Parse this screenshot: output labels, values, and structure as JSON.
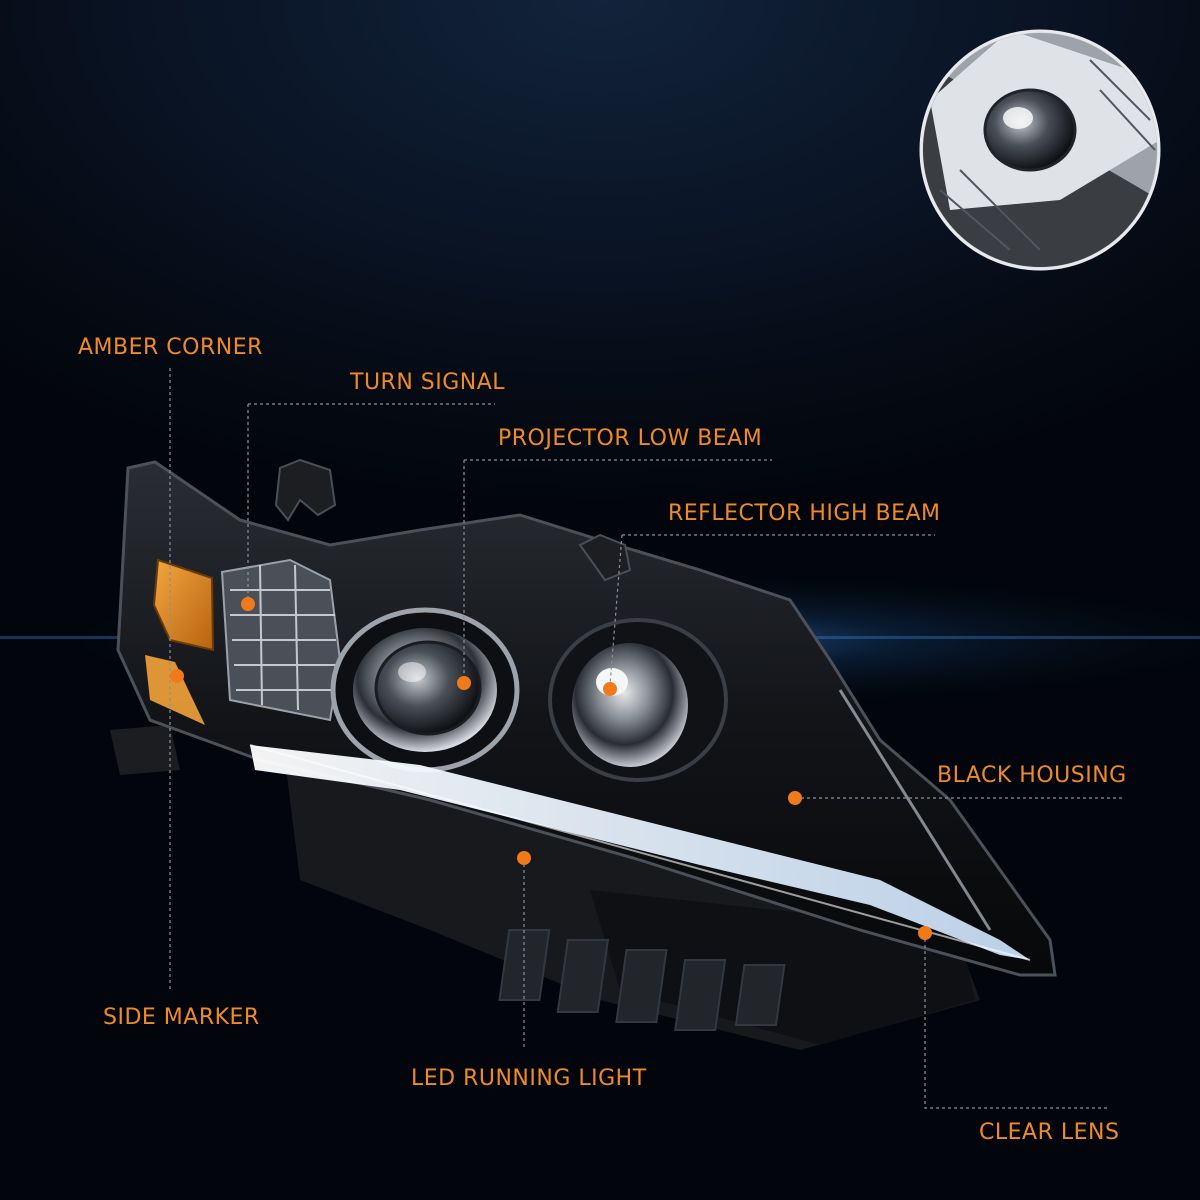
{
  "callouts": {
    "amber_corner": "AMBER CORNER",
    "turn_signal": "TURN SIGNAL",
    "projector_low_beam": "PROJECTOR LOW BEAM",
    "reflector_high_beam": "REFLECTOR HIGH BEAM",
    "black_housing": "BLACK HOUSING",
    "side_marker": "SIDE MARKER",
    "led_running_light": "LED RUNNING LIGHT",
    "clear_lens": "CLEAR LENS"
  },
  "colors": {
    "label": "#f08a26",
    "dot": "#f07a1a",
    "leader": "#8a8f99",
    "background": "#0a1526",
    "amber_reflector": "#e8891c",
    "drl_glow": "#dfefff"
  }
}
